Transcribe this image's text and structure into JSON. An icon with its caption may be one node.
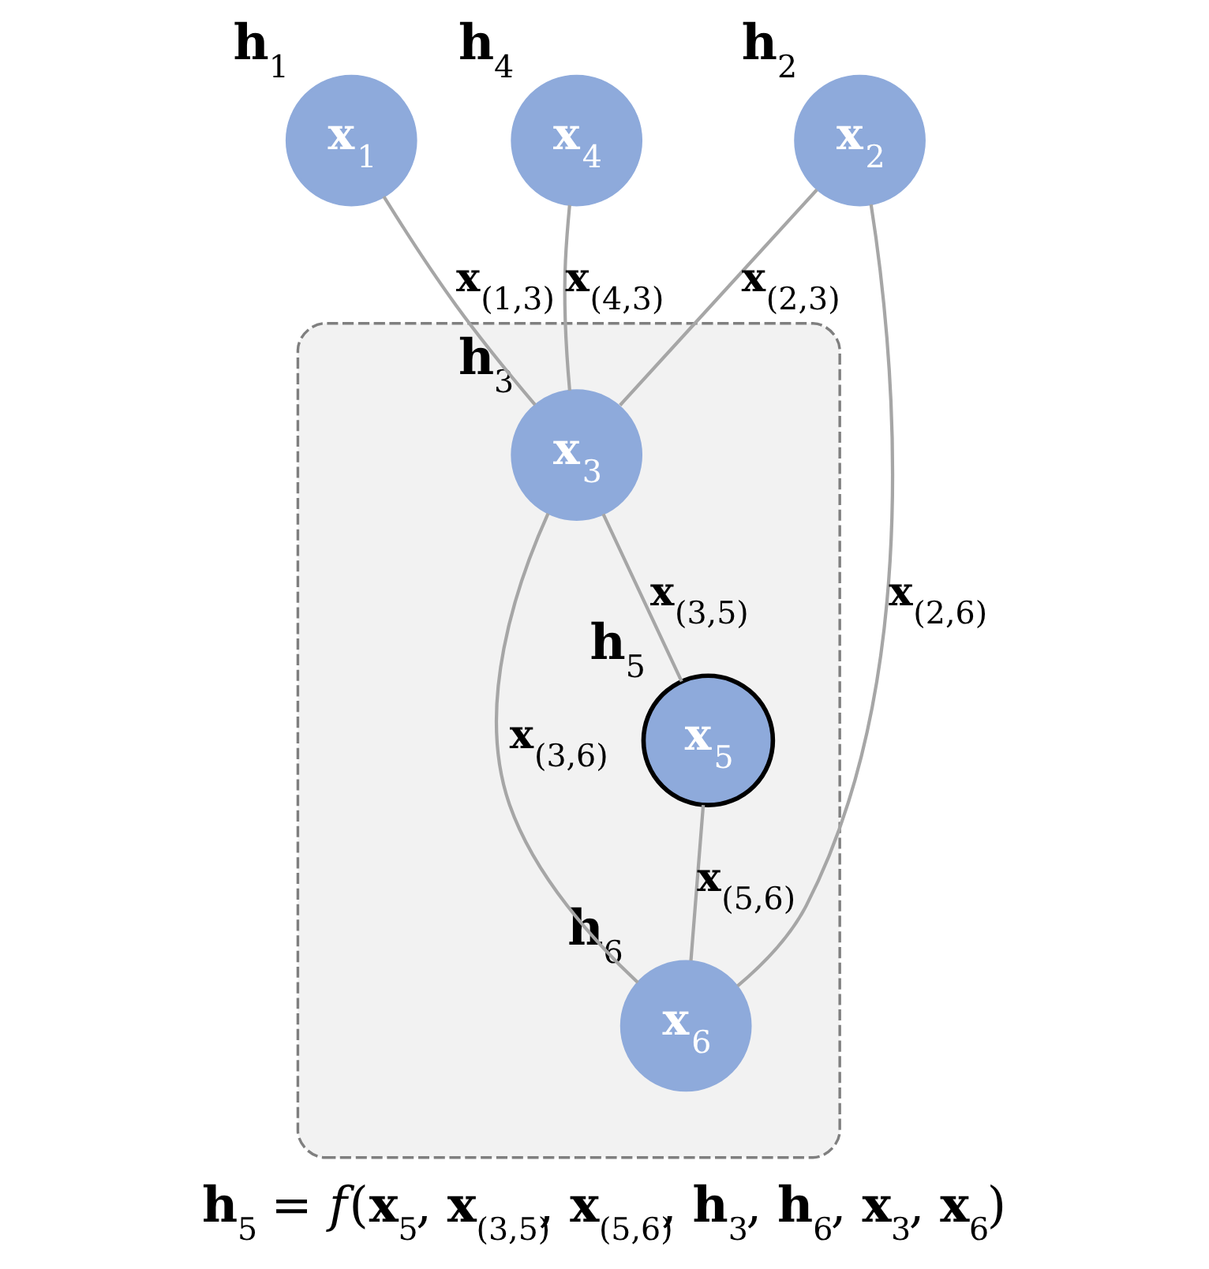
{
  "diagram": {
    "caption": "**h**$_{5}$ = *f*(**x**$_{5}$, **x**$_{(3,5)}$, **x**$_{(5,6)}$, **h**$_{3}$, **h**$_{6}$, **x**$_{3}$, **x**$_{6}$)",
    "nodes": [
      {
        "text": [
          "**x**$_{1}$"
        ],
        "beside": [
          "**h**$_{1}$"
        ]
      },
      {
        "text": [
          "**x**$_{2}$"
        ],
        "beside": [
          "**h**$_{2}$"
        ]
      },
      {
        "text": [],
        "shape": "blob"
      },
      {
        "text": [
          "**x**$_{3}$"
        ],
        "beside": [
          "**h**$_{3}$"
        ],
        "in": 2
      },
      {
        "text": [
          "**x**$_{4}$"
        ],
        "beside": [
          "**h**$_{4}$"
        ]
      },
      {
        "text": [
          "**x**$_{6}$"
        ],
        "beside": [
          "**h**$_{6}$"
        ],
        "in": 2
      },
      {
        "text": [
          "**x**$_{5}$"
        ],
        "beside": [
          "**h**$_{5}$"
        ],
        "in": 2
      }
    ],
    "edges": [
      {
        "from": 0,
        "to": 3,
        "arrow": "none",
        "label": "**x**$_{(1,3)}$"
      },
      {
        "from": 1,
        "to": 3,
        "arrow": "none",
        "label": "**x**$_{(2,3)}$"
      },
      {
        "from": 1,
        "to": 5,
        "arrow": "none",
        "label": "**x**$_{(2,6)}$"
      },
      {
        "from": 4,
        "to": 3,
        "arrow": "none",
        "label": "**x**$_{(4,3)}$"
      },
      {
        "from": 3,
        "to": 5,
        "arrow": "none",
        "label": "**x**$_{(3,6)}$"
      },
      {
        "from": 3,
        "to": 6,
        "arrow": "none",
        "label": "**x**$_{(3,5)}$"
      },
      {
        "from": 6,
        "to": 5,
        "arrow": "none",
        "label": "**x**$_{(5,6)}$"
      }
    ]
  }
}
